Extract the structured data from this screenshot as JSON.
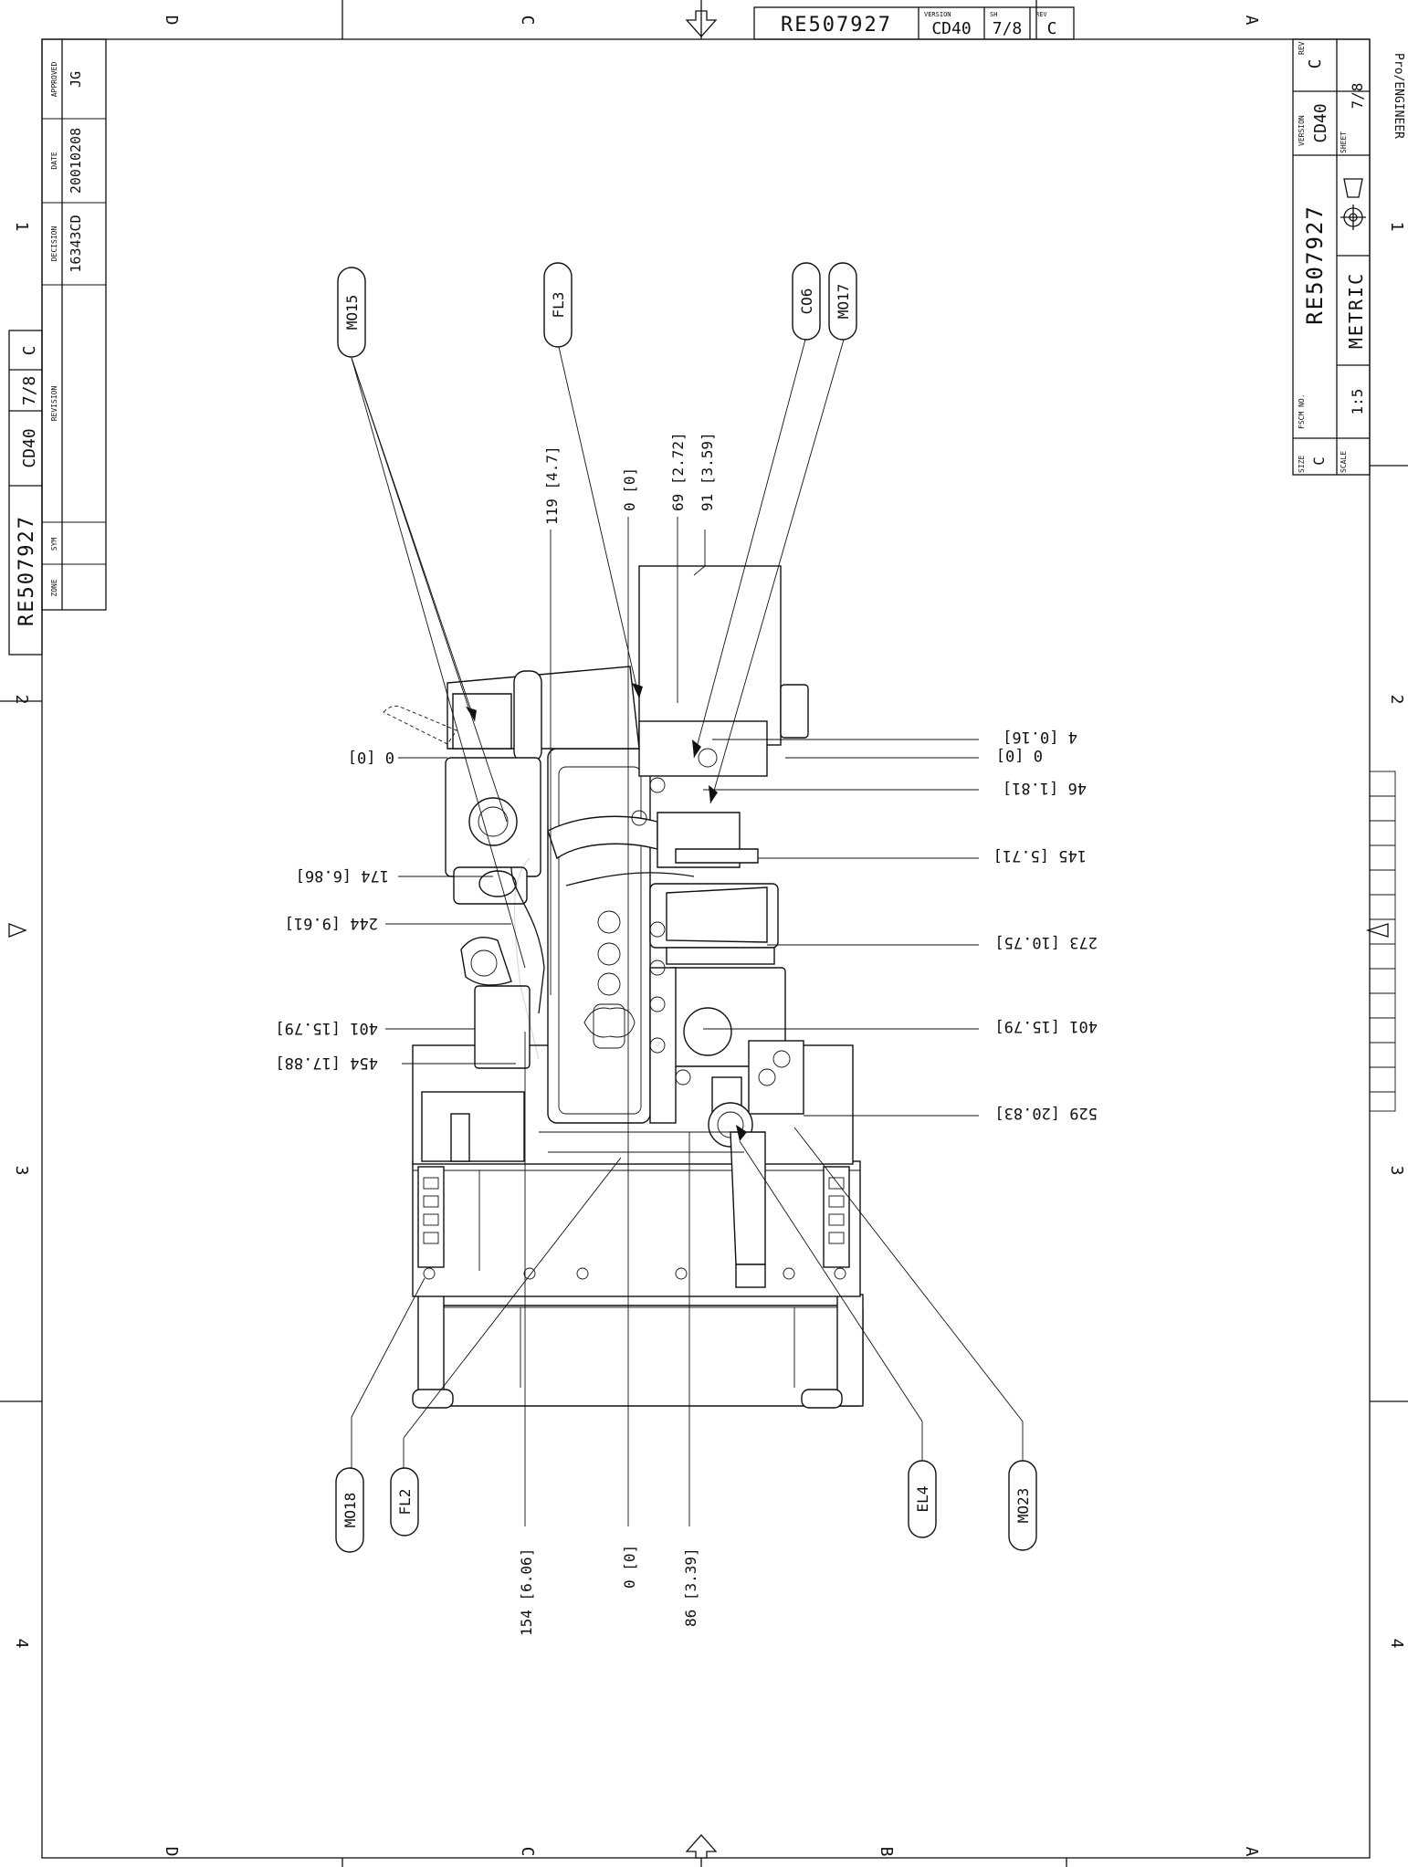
{
  "drawing_number": "RE507927",
  "version_label": "VERSION",
  "version": "CD40",
  "sheet_label": "SH",
  "sheet": "7/8",
  "rev_label": "REV",
  "rev": "C",
  "software": "Pro/ENGINEER",
  "zones": {
    "top": [
      "D",
      "C",
      "A"
    ],
    "bottom": [
      "D",
      "C",
      "B",
      "A"
    ],
    "side": [
      "1",
      "2",
      "3",
      "4"
    ]
  },
  "revision_block": {
    "headers": [
      "ZONE",
      "SYM",
      "REVISION",
      "DECISION",
      "DATE",
      "APPROVED"
    ],
    "decision": "16343CD",
    "date": "20010208",
    "approved": "JG"
  },
  "title_block": {
    "size_label": "SIZE",
    "size": "C",
    "fscm_label": "FSCM NO.",
    "scale_label": "SCALE",
    "scale": "1:5",
    "units": "METRIC",
    "sheet_label": "SHEET"
  },
  "balloons": [
    "MO15",
    "FL3",
    "CO6",
    "MO17",
    "MO18",
    "FL2",
    "EL4",
    "MO23"
  ],
  "dimensions": {
    "top": [
      "119 [4.7]",
      "0 [0]",
      "69 [2.72]",
      "91 [3.59]"
    ],
    "left": [
      "0 [0]",
      "174 [6.86]",
      "244 [9.61]",
      "401 [15.79]",
      "454 [17.88]"
    ],
    "right": [
      "4 [0.16]",
      "0 [0]",
      "46 [1.81]",
      "145 [5.71]",
      "273 [10.75]",
      "401 [15.79]",
      "529 [20.83]"
    ],
    "bottom": [
      "154 [6.06]",
      "0 [0]",
      "86 [3.39]"
    ]
  }
}
